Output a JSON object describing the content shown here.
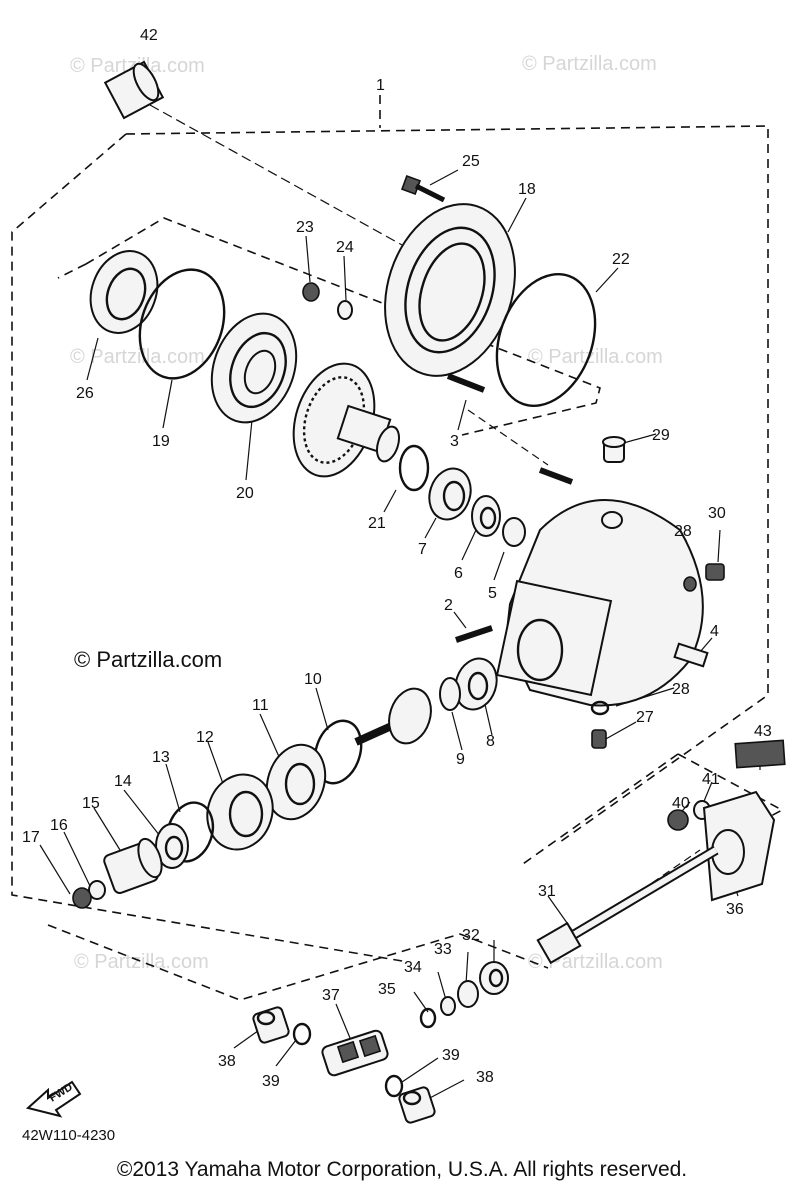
{
  "callouts": {
    "c1": "1",
    "c2": "2",
    "c3": "3",
    "c4": "4",
    "c5": "5",
    "c6": "6",
    "c7": "7",
    "c8": "8",
    "c9": "9",
    "c10": "10",
    "c11": "11",
    "c12": "12",
    "c13": "13",
    "c14": "14",
    "c15": "15",
    "c16": "16",
    "c17": "17",
    "c18": "18",
    "c19": "19",
    "c20": "20",
    "c21": "21",
    "c22": "22",
    "c23": "23",
    "c24": "24",
    "c25": "25",
    "c26": "26",
    "c27": "27",
    "c28": "28",
    "c28b": "28",
    "c29": "29",
    "c30": "30",
    "c31": "31",
    "c32": "32",
    "c33": "33",
    "c34": "34",
    "c35": "35",
    "c36": "36",
    "c37": "37",
    "c38": "38",
    "c38b": "38",
    "c39": "39",
    "c39b": "39",
    "c40": "40",
    "c41": "41",
    "c42": "42",
    "c43": "43"
  },
  "watermark": {
    "light": "© Partzilla.com",
    "main": "© Partzilla.com"
  },
  "direction_label": "FWD",
  "part_code": "42W110-4230",
  "copyright": "©2013  Yamaha Motor Corporation, U.S.A. All rights reserved.",
  "colors": {
    "ink": "#111111",
    "watermark": "#d6d6d6",
    "background": "#ffffff"
  }
}
